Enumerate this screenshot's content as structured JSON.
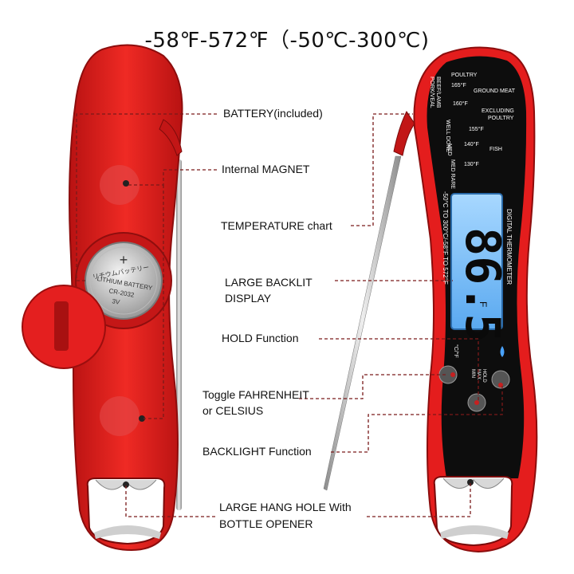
{
  "header": {
    "title": "-58℉-572℉（-50℃-300℃)"
  },
  "callouts": {
    "battery": "BATTERY(included)",
    "magnet": "Internal MAGNET",
    "temperature_chart": "TEMPERATURE chart",
    "display_line1": "LARGE BACKLIT",
    "display_line2": "DISPLAY",
    "hold": "HOLD Function",
    "toggle_line1": "Toggle FAHRENHEIT",
    "toggle_line2": "or CELSIUS",
    "backlight": "BACKLIGHT Function",
    "hang_line1": "LARGE HANG HOLE With",
    "hang_line2": "BOTTLE OPENER"
  },
  "battery_cell": {
    "plus": "+",
    "jp": "リチウムバッテリー",
    "brand": "LITHIUM BATTERY",
    "model": "CR-2032",
    "voltage": "3V"
  },
  "device": {
    "reading": "86.5",
    "unit": "F",
    "side_text_1": "DIGITAL THERMOMETER",
    "side_text_2": "-50°C TO 300°C/-58°F TO 572°F",
    "btn_unit": "°C/°F",
    "btn_hold": "HOLD",
    "btn_max": "MAX",
    "btn_min": "MIN"
  },
  "temp_chart": {
    "poultry": "POULTRY",
    "t165": "165°F",
    "ground_meat": "GROUND MEAT",
    "t160": "160°F",
    "excluding": "EXCLUDING",
    "poultry2": "POULTRY",
    "t155": "155°F",
    "t140": "140°F",
    "fish": "FISH",
    "t130": "130°F",
    "beef": "BEEF/LAMB",
    "pork": "PORK/VEAL",
    "well_done": "WELL DONE",
    "med": "MED",
    "med_rare": "MED RARE"
  },
  "colors": {
    "body_red": "#e01b1b",
    "body_dark_red": "#a40f10",
    "face_black": "#0d0d0d",
    "lcd_blue": "#7fc4ff",
    "callout_line": "#7a1a1a"
  }
}
